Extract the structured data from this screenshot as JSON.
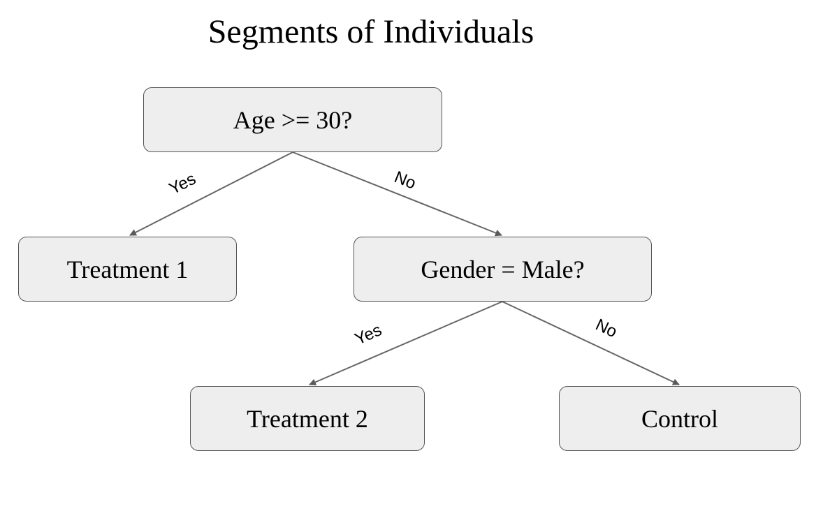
{
  "title": "Segments of Individuals",
  "nodes": {
    "root": "Age >= 30?",
    "treatment1": "Treatment 1",
    "gender": "Gender = Male?",
    "treatment2": "Treatment 2",
    "control": "Control"
  },
  "edges": {
    "root_yes": "Yes",
    "root_no": "No",
    "gender_yes": "Yes",
    "gender_no": "No"
  },
  "colors": {
    "node_fill": "#eeeeee",
    "node_border": "#555555",
    "edge": "#666666"
  }
}
